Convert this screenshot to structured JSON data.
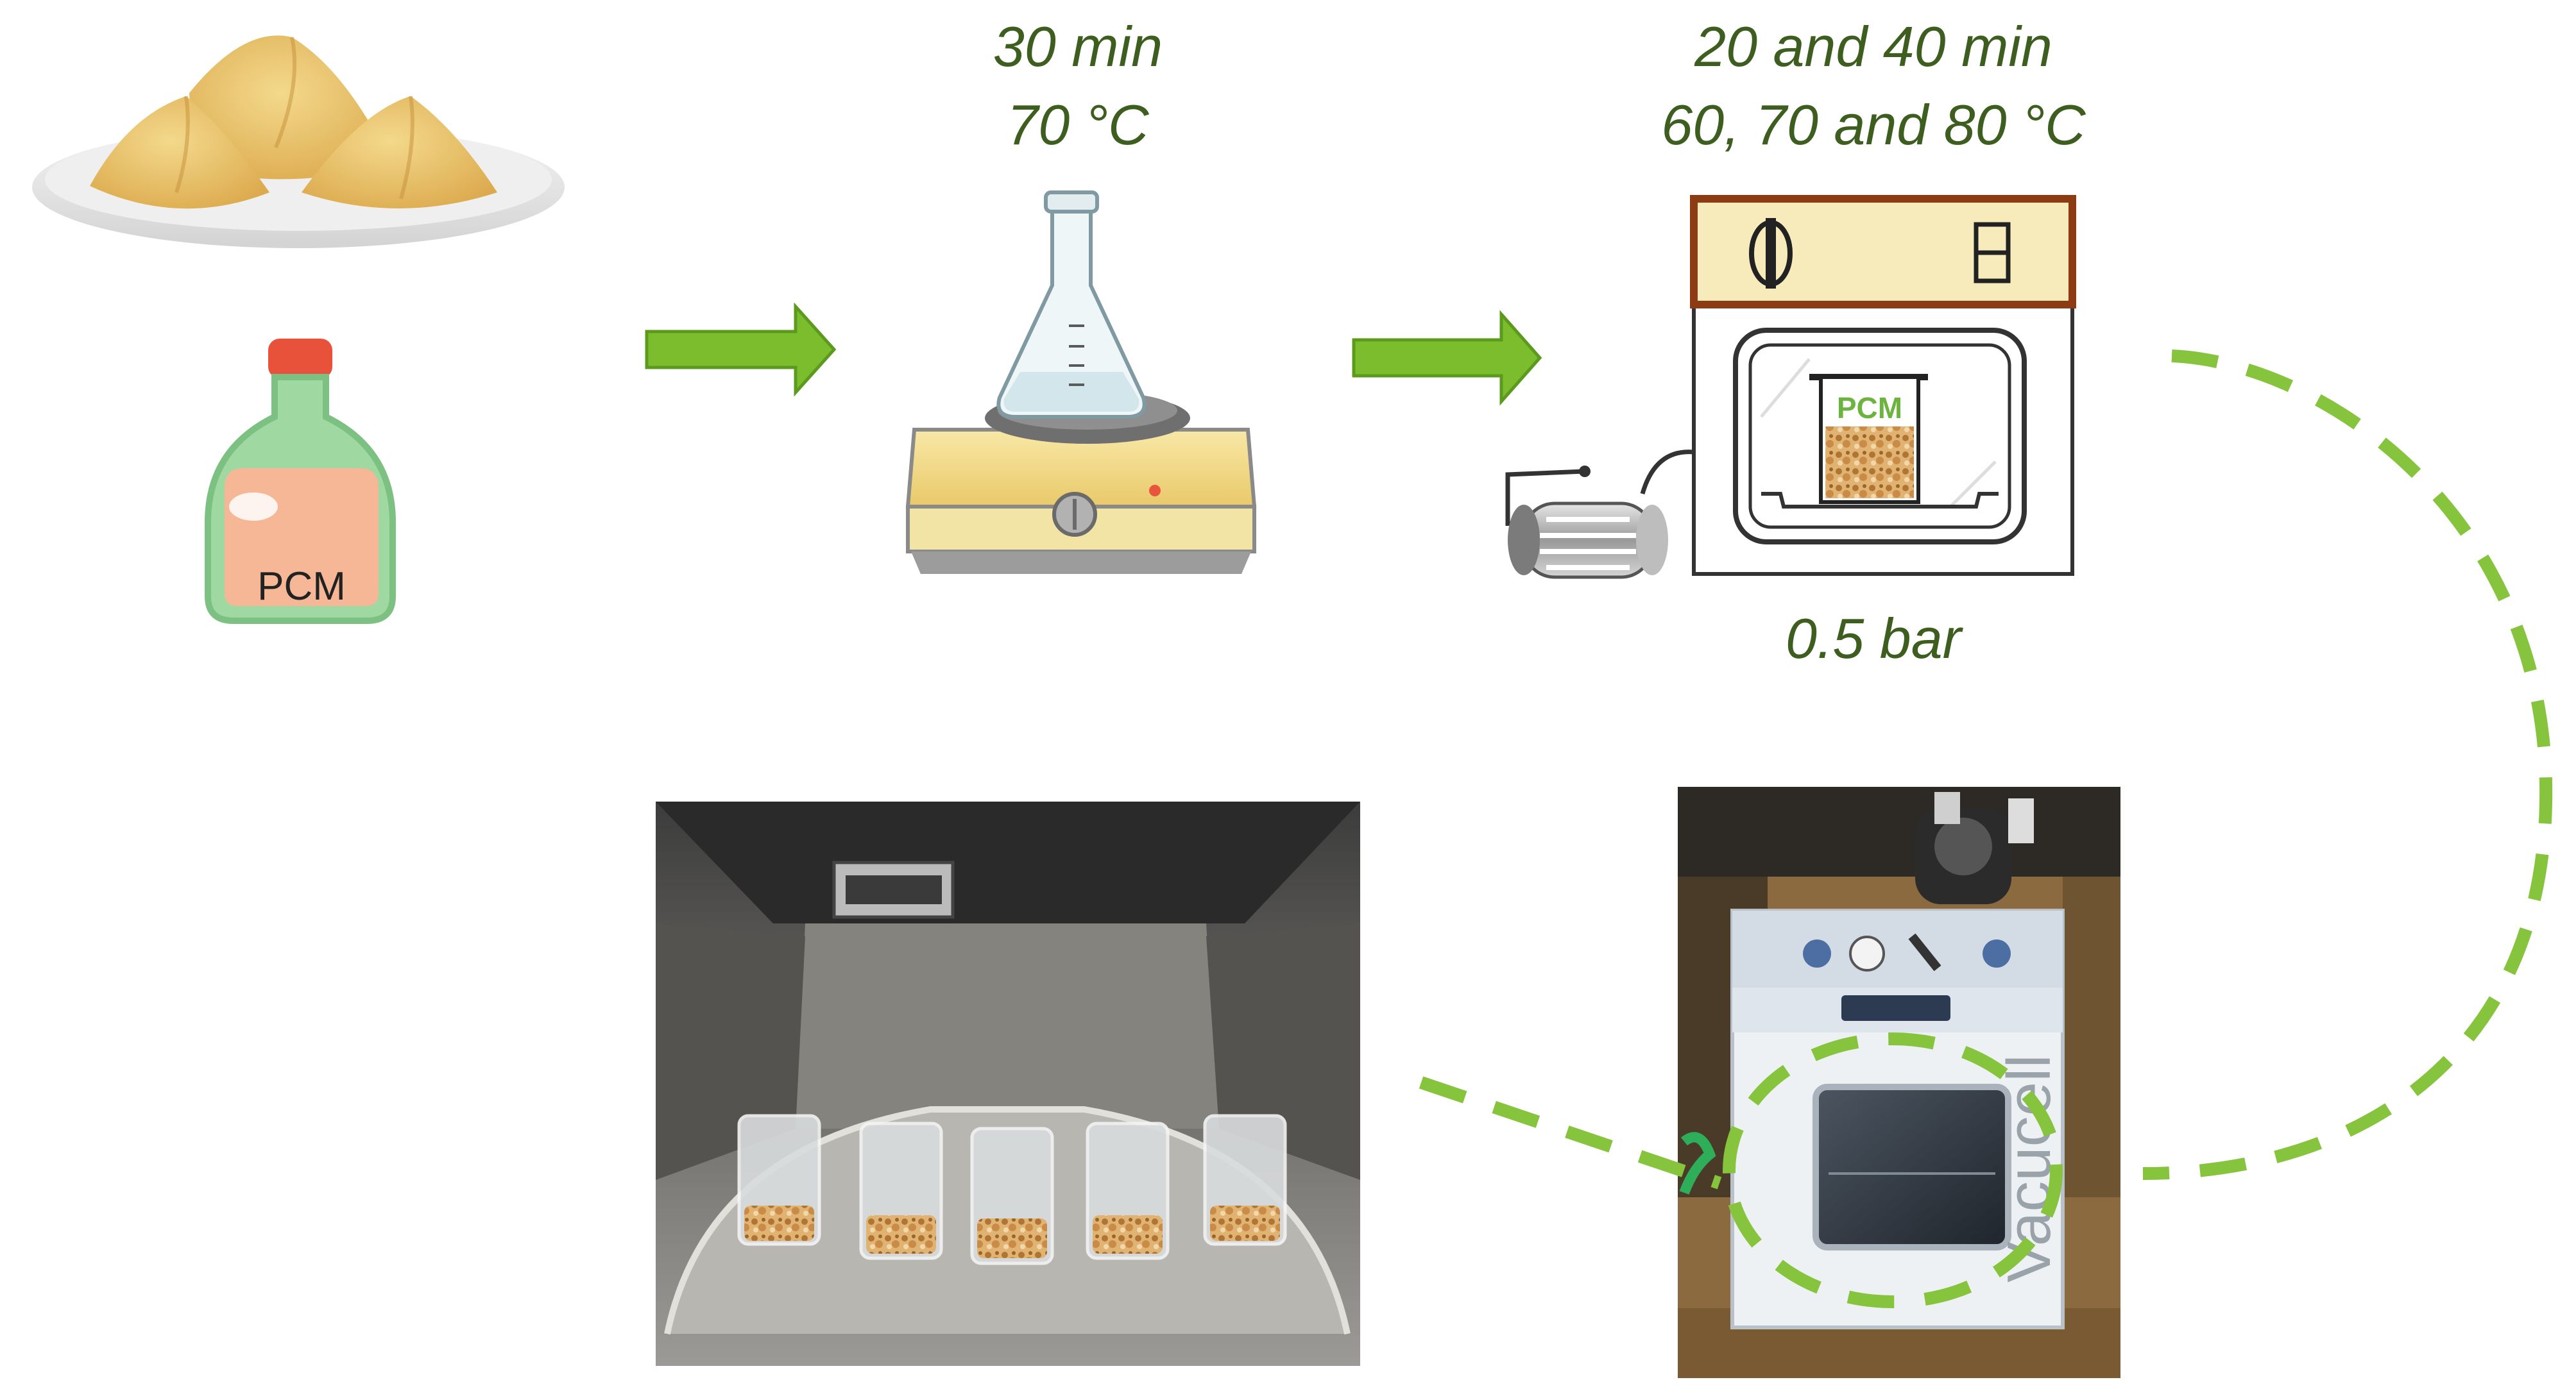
{
  "colors": {
    "arrow": "#7cbd2e",
    "dash": "#86c43e",
    "label": "#3d5e1f"
  },
  "step1": {
    "bottle_label": "PCM"
  },
  "step2": {
    "line1": "30 min",
    "line2": "70 °C"
  },
  "step3": {
    "line1": "20 and 40 min",
    "line2": "60, 70  and 80 °C",
    "beaker_label": "PCM",
    "pressure": "0.5 bar"
  },
  "photo_oven": {
    "brand": "Vacucell"
  }
}
